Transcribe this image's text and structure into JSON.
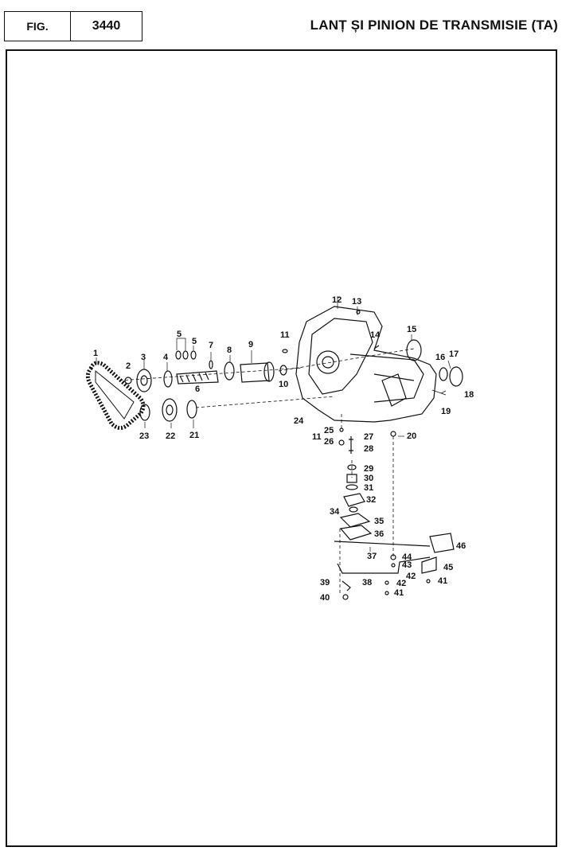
{
  "header": {
    "fig_label": "FIG.",
    "fig_number": "3440",
    "title": "LANȚ ȘI PINION DE TRANSMISIE (TA)"
  },
  "callouts": [
    {
      "id": "c1",
      "text": "1"
    },
    {
      "id": "c2",
      "text": "2"
    },
    {
      "id": "c3",
      "text": "3"
    },
    {
      "id": "c4",
      "text": "4"
    },
    {
      "id": "c5a",
      "text": "5"
    },
    {
      "id": "c5b",
      "text": "5"
    },
    {
      "id": "c6",
      "text": "6"
    },
    {
      "id": "c7",
      "text": "7"
    },
    {
      "id": "c8",
      "text": "8"
    },
    {
      "id": "c9",
      "text": "9"
    },
    {
      "id": "c10",
      "text": "10"
    },
    {
      "id": "c11a",
      "text": "11"
    },
    {
      "id": "c11b",
      "text": "11"
    },
    {
      "id": "c12",
      "text": "12"
    },
    {
      "id": "c13",
      "text": "13"
    },
    {
      "id": "c14",
      "text": "14"
    },
    {
      "id": "c15",
      "text": "15"
    },
    {
      "id": "c16",
      "text": "16"
    },
    {
      "id": "c17",
      "text": "17"
    },
    {
      "id": "c18",
      "text": "18"
    },
    {
      "id": "c19",
      "text": "19"
    },
    {
      "id": "c20",
      "text": "20"
    },
    {
      "id": "c21",
      "text": "21"
    },
    {
      "id": "c22",
      "text": "22"
    },
    {
      "id": "c23",
      "text": "23"
    },
    {
      "id": "c24",
      "text": "24"
    },
    {
      "id": "c25",
      "text": "25"
    },
    {
      "id": "c26",
      "text": "26"
    },
    {
      "id": "c27",
      "text": "27"
    },
    {
      "id": "c28",
      "text": "28"
    },
    {
      "id": "c29",
      "text": "29"
    },
    {
      "id": "c30",
      "text": "30"
    },
    {
      "id": "c31",
      "text": "31"
    },
    {
      "id": "c32",
      "text": "32"
    },
    {
      "id": "c34",
      "text": "34"
    },
    {
      "id": "c35",
      "text": "35"
    },
    {
      "id": "c36",
      "text": "36"
    },
    {
      "id": "c37",
      "text": "37"
    },
    {
      "id": "c38",
      "text": "38"
    },
    {
      "id": "c39",
      "text": "39"
    },
    {
      "id": "c40",
      "text": "40"
    },
    {
      "id": "c41a",
      "text": "41"
    },
    {
      "id": "c41b",
      "text": "41"
    },
    {
      "id": "c42a",
      "text": "42"
    },
    {
      "id": "c42b",
      "text": "42"
    },
    {
      "id": "c43",
      "text": "43"
    },
    {
      "id": "c44",
      "text": "44"
    },
    {
      "id": "c45",
      "text": "45"
    },
    {
      "id": "c46",
      "text": "46"
    }
  ]
}
